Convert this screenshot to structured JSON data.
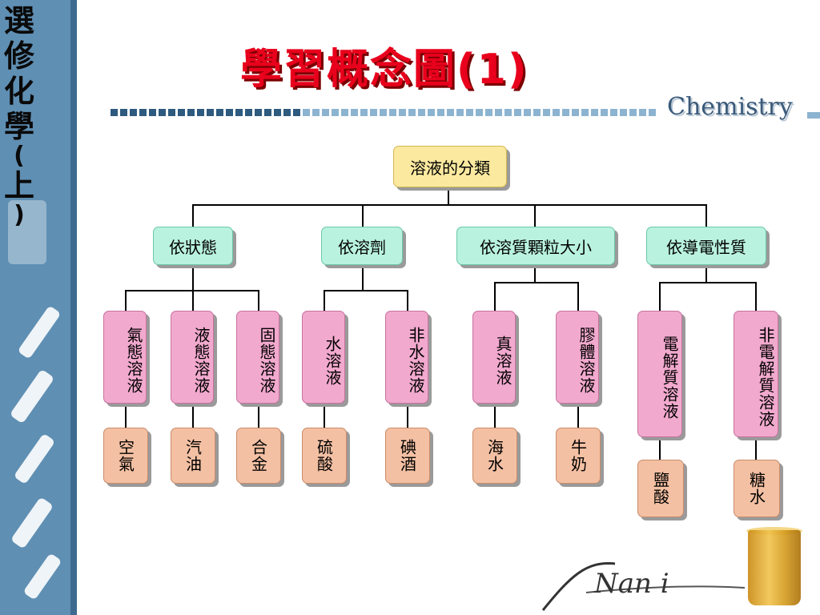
{
  "sidebar": {
    "title_chars": [
      "選",
      "修",
      "化",
      "學",
      "(",
      "上",
      ")"
    ]
  },
  "header": {
    "title": "學習概念圖(1)",
    "brand": "Chemistry"
  },
  "logo": {
    "text": "Nan i"
  },
  "diagram": {
    "root": "溶液的分類",
    "categories": [
      {
        "label": "依狀態",
        "subs": [
          {
            "label": "氣態溶液",
            "example": "空氣"
          },
          {
            "label": "液態溶液",
            "example": "汽油"
          },
          {
            "label": "固態溶液",
            "example": "合金"
          }
        ]
      },
      {
        "label": "依溶劑",
        "subs": [
          {
            "label": "水溶液",
            "example": "硫酸"
          },
          {
            "label": "非水溶液",
            "example": "碘酒"
          }
        ]
      },
      {
        "label": "依溶質顆粒大小",
        "subs": [
          {
            "label": "真溶液",
            "example": "海水"
          },
          {
            "label": "膠體溶液",
            "example": "牛奶"
          }
        ]
      },
      {
        "label": "依導電性質",
        "subs": [
          {
            "label": "電解質溶液",
            "example": "鹽酸"
          },
          {
            "label": "非電解質溶液",
            "example": "糖水"
          }
        ]
      }
    ]
  }
}
